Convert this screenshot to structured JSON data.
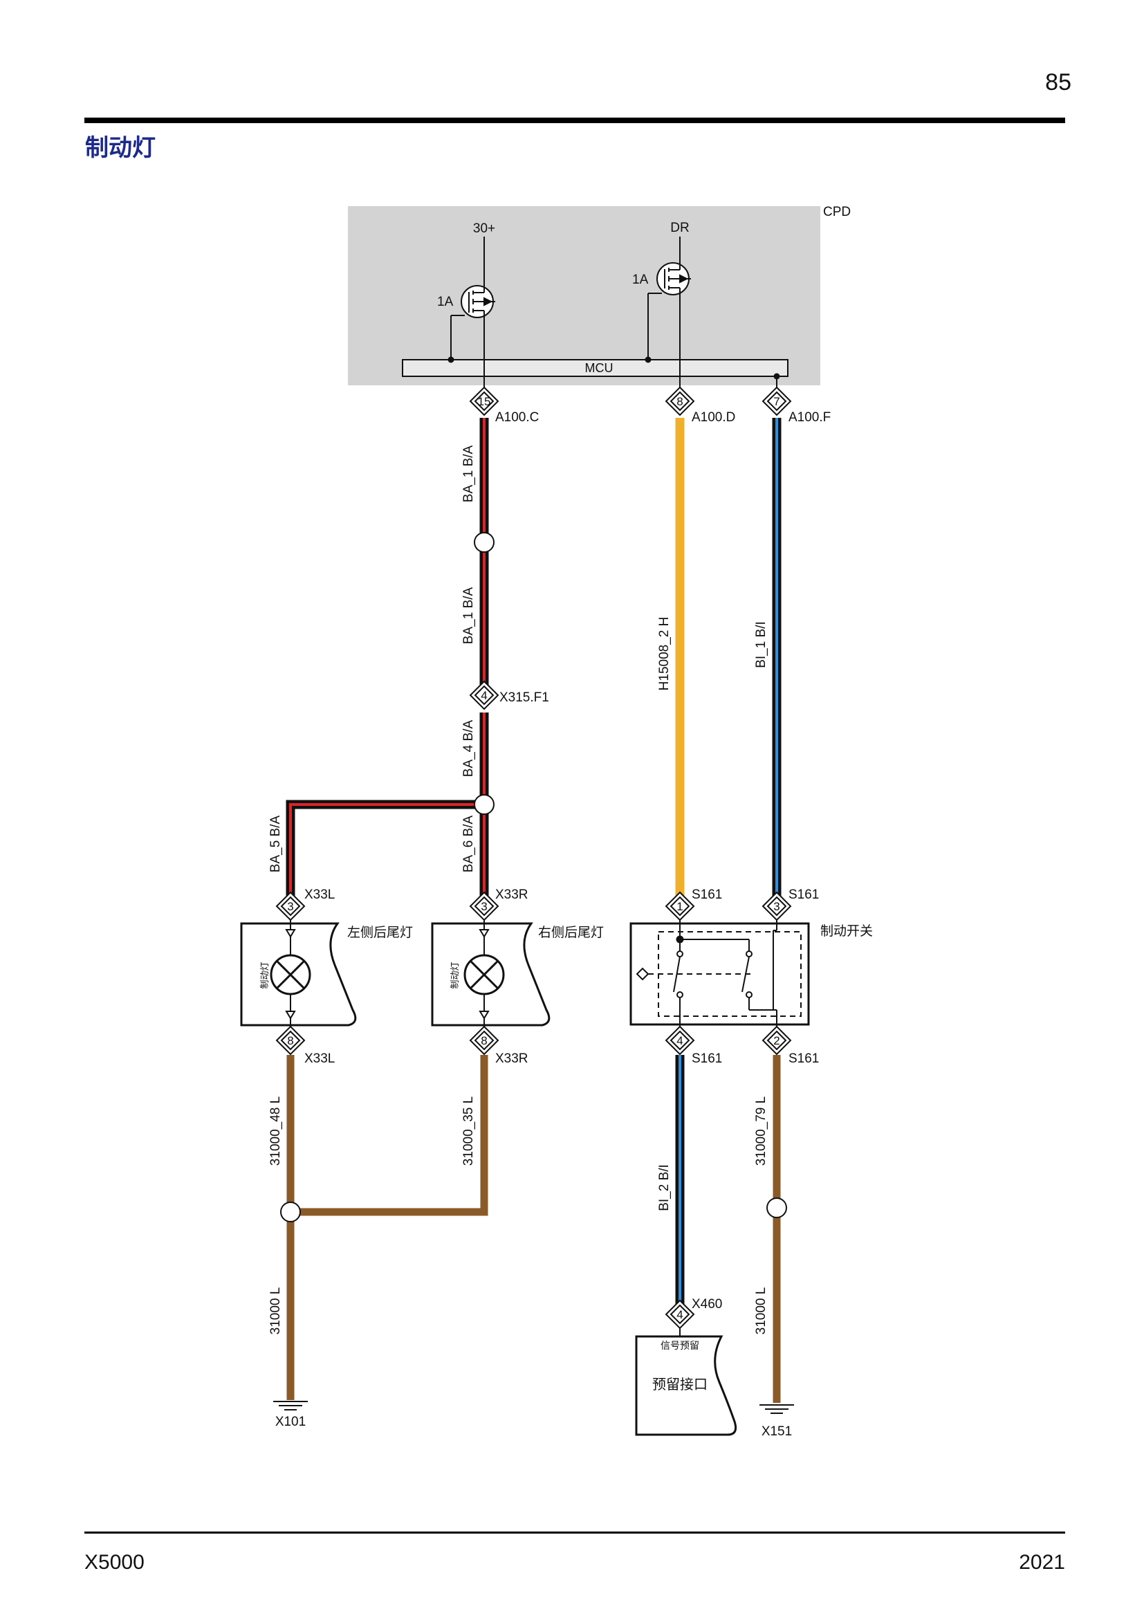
{
  "header": {
    "page_number": "85",
    "section_title": "制动灯"
  },
  "footer": {
    "model": "X5000",
    "year": "2021"
  },
  "colors": {
    "wire_black": "#111111",
    "wire_red": "#d8262b",
    "wire_yellow": "#f0b02c",
    "wire_blue": "#2e8fe0",
    "wire_brown": "#8a5a28",
    "module_fill": "#d3d3d3"
  },
  "module": {
    "name": "CPD",
    "bus": "MCU",
    "supply_1": "30+",
    "supply_2": "DR",
    "fuse_1": "1A",
    "fuse_2": "1A",
    "pins": [
      {
        "pin": "15",
        "connector": "A100.C"
      },
      {
        "pin": "8",
        "connector": "A100.D"
      },
      {
        "pin": "7",
        "connector": "A100.F"
      }
    ]
  },
  "wires": {
    "ba1_upper": "BA_1 B/A",
    "ba1_lower": "BA_1 B/A",
    "ba4": "BA_4 B/A",
    "ba5": "BA_5 B/A",
    "ba6": "BA_6 B/A",
    "h15008": "H15008_2 H",
    "bi1": "BI_1 B/I",
    "bi2": "BI_2 B/I",
    "gnd_48": "31000_48 L",
    "gnd_35": "31000_35 L",
    "gnd_left": "31000 L",
    "gnd_79": "31000_79 L",
    "gnd_right": "31000 L"
  },
  "connectors": {
    "x315": {
      "pin": "4",
      "name": "X315.F1"
    },
    "left_lamp_in": {
      "pin": "3",
      "name": "X33L"
    },
    "left_lamp_out": {
      "pin": "8",
      "name": "X33L"
    },
    "right_lamp_in": {
      "pin": "3",
      "name": "X33R"
    },
    "right_lamp_out": {
      "pin": "8",
      "name": "X33R"
    },
    "switch_in_1": {
      "pin": "1",
      "name": "S161"
    },
    "switch_in_3": {
      "pin": "3",
      "name": "S161"
    },
    "switch_out_4": {
      "pin": "4",
      "name": "S161"
    },
    "switch_out_2": {
      "pin": "2",
      "name": "S161"
    },
    "x460": {
      "pin": "4",
      "name": "X460"
    }
  },
  "components": {
    "left_lamp": {
      "label": "左侧后尾灯",
      "inner": "制动灯"
    },
    "right_lamp": {
      "label": "右侧后尾灯",
      "inner": "制动灯"
    },
    "brake_switch": {
      "label": "制动开关"
    },
    "reserved": {
      "label": "预留接口",
      "sub": "信号预留"
    }
  },
  "grounds": {
    "left": "X101",
    "right": "X151"
  }
}
